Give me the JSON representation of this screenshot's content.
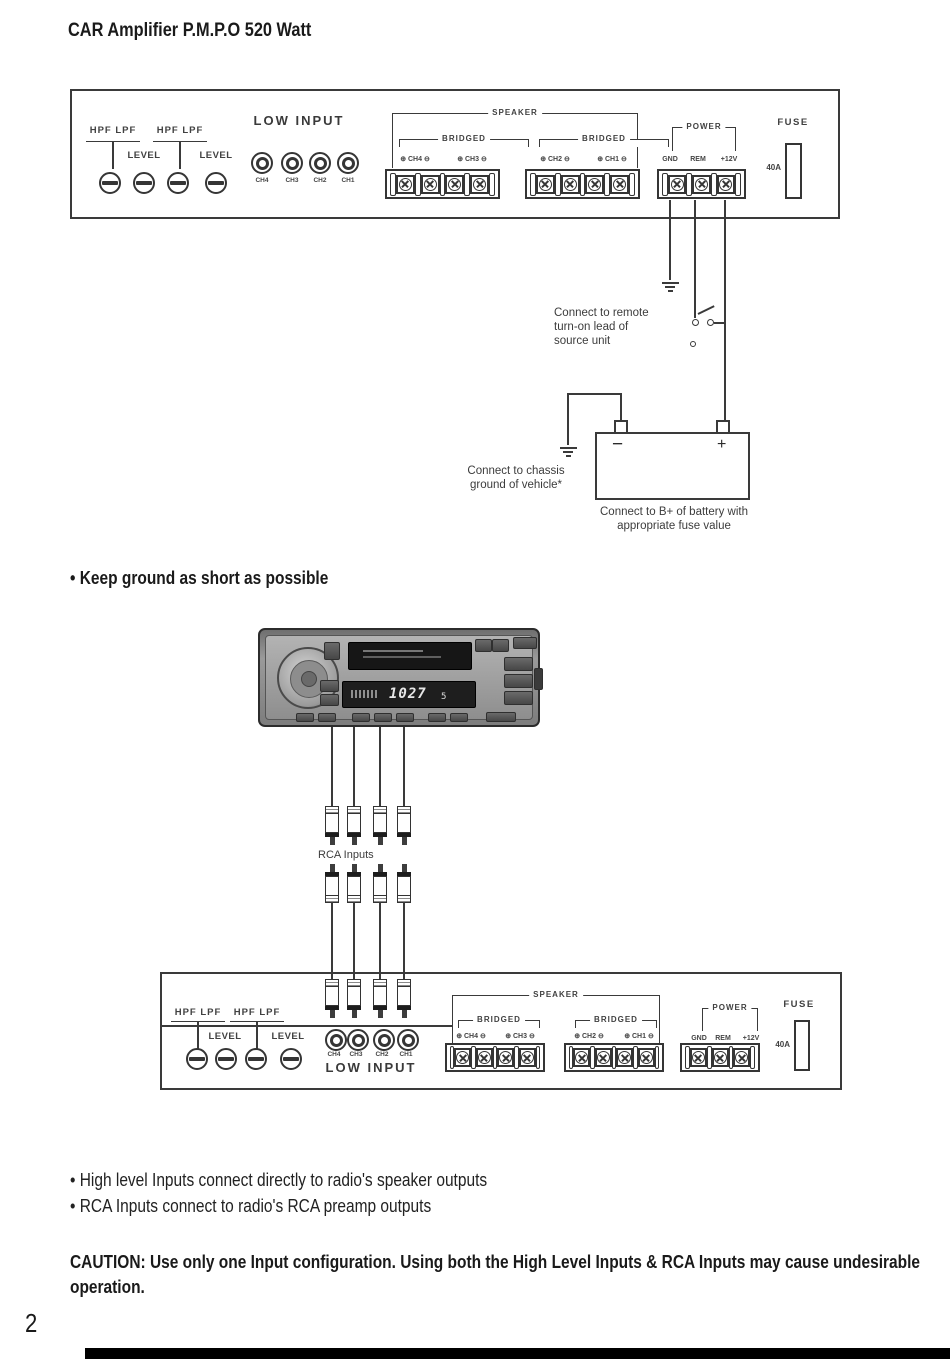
{
  "page": {
    "title": "CAR Amplifier P.M.P.O 520 Watt",
    "page_number": "2",
    "bullet_char": "•",
    "bullets": {
      "keep_ground": "Keep ground as short as possible",
      "high_level": "High level Inputs connect directly to radio's speaker outputs",
      "rca": "RCA Inputs connect to radio's RCA preamp outputs"
    },
    "caution": "CAUTION: Use only one Input configuration. Using both the High Level Inputs & RCA Inputs may cause undesirable operation."
  },
  "amp_panel": {
    "hpf_lpf": "HPF LPF",
    "level": "LEVEL",
    "low_input": "LOW INPUT",
    "speaker": "SPEAKER",
    "bridged": "BRIDGED",
    "rca_channels": [
      "CH4",
      "CH3",
      "CH2",
      "CH1"
    ],
    "speaker_channels": [
      "⊕ CH4 ⊖",
      "⊕ CH3 ⊖",
      "⊕ CH2 ⊖",
      "⊕ CH1 ⊖"
    ],
    "power": "POWER",
    "power_terminals": [
      "GND",
      "REM",
      "+12V"
    ],
    "fuse": "FUSE",
    "fuse_rating": "40A"
  },
  "wiring": {
    "remote_note": "Connect to remote turn-on lead of source unit",
    "chassis_note": "Connect to chassis ground of vehicle*",
    "battery_note": "Connect to B+ of battery with appropriate fuse value",
    "battery_minus": "−",
    "battery_plus": "+",
    "rca_inputs_label": "RCA Inputs"
  },
  "head_unit": {
    "display_frequency": "1027",
    "display_preset": "5"
  },
  "colors": {
    "ink": "#3a3a3a",
    "paper": "#ffffff",
    "footer_bar": "#000000"
  }
}
